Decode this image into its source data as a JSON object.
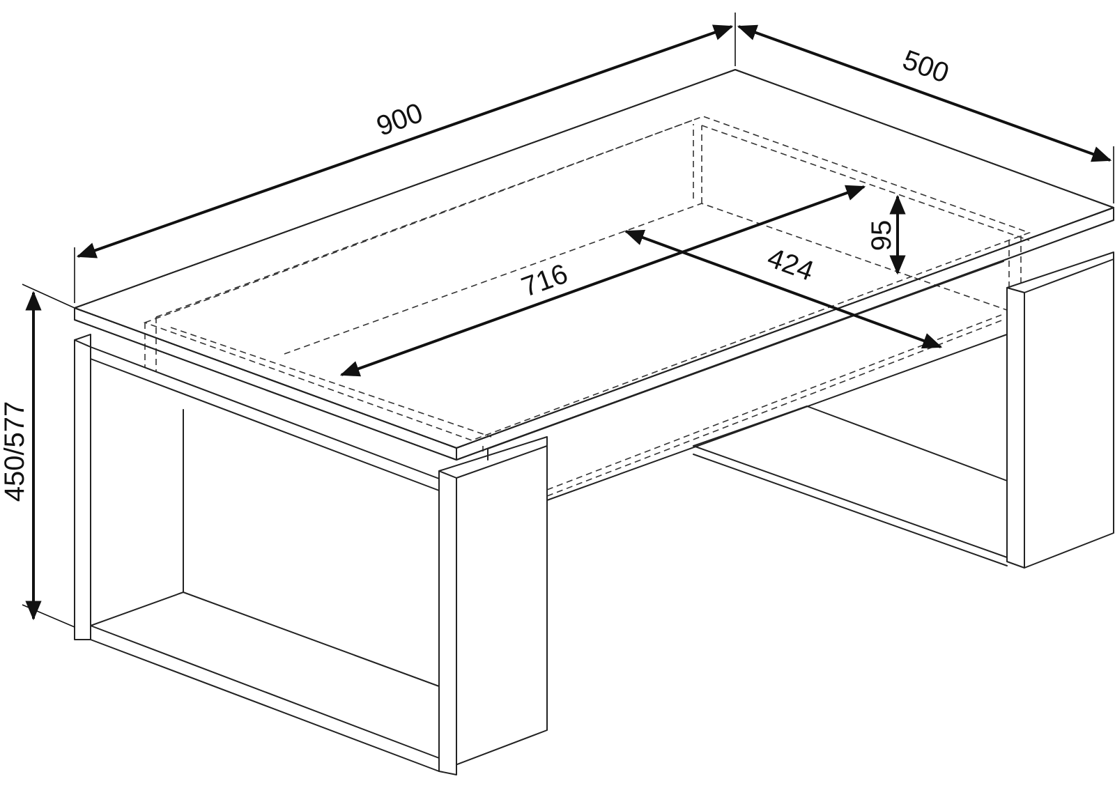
{
  "dimensions": {
    "length": "900",
    "depth": "500",
    "height": "450/577",
    "inner_length": "716",
    "inner_depth": "424",
    "inner_height": "95"
  }
}
